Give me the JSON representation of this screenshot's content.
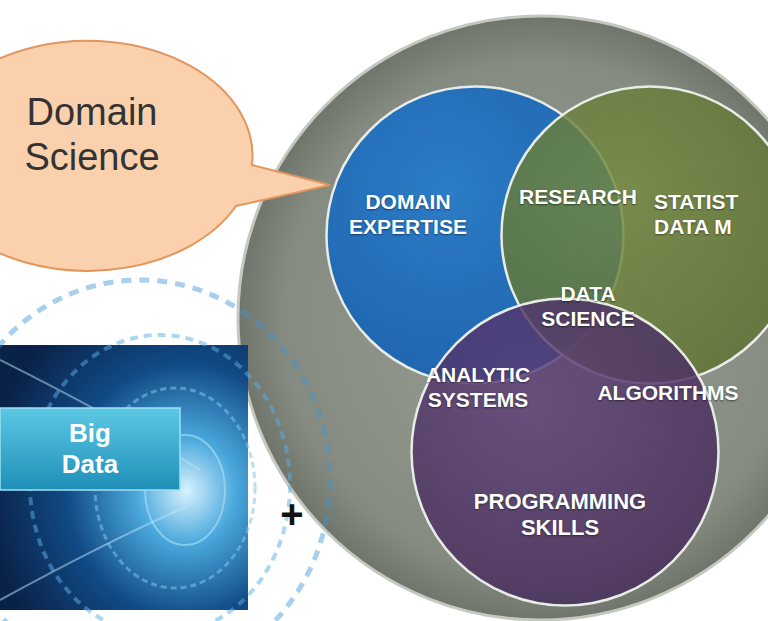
{
  "diagram": {
    "nodes": [
      {
        "text": [
          "Domain Science"
        ]
      },
      {
        "text": [
          "DOMAIN EXPERTISE"
        ]
      },
      {
        "text": [
          "STATIST DATA M"
        ]
      },
      {
        "text": [
          "PROGRAMMING SKILLS"
        ]
      },
      {
        "text": [
          "Big Data"
        ]
      }
    ],
    "labels": [
      "RESEARCH",
      "DATA SCIENCE",
      "ANALYTIC SYSTEMS",
      "ALGORITHMS",
      "+"
    ]
  }
}
